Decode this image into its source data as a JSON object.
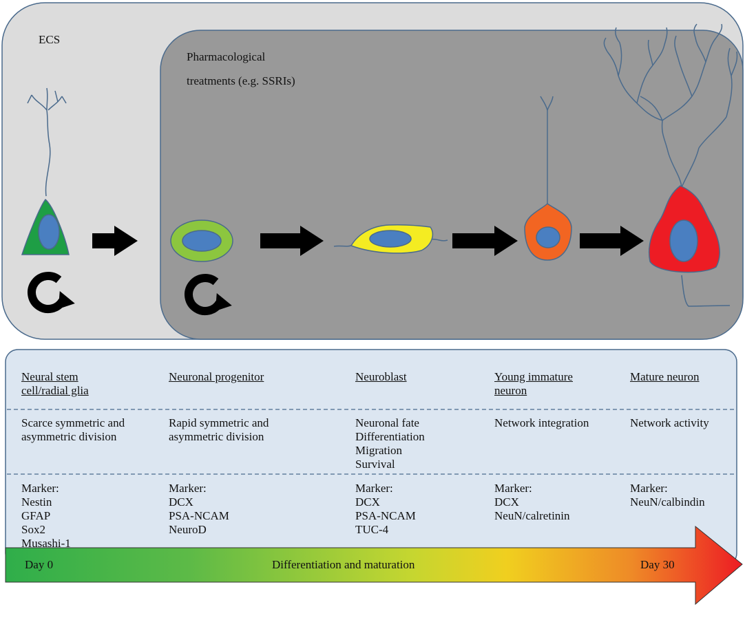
{
  "top_panel": {
    "outer_label": "ECS",
    "inner_label_lines": [
      "Pharmacological",
      "treatments (e.g. SSRIs)"
    ]
  },
  "colors": {
    "outer_panel": "#dcdcdc",
    "inner_panel": "#999999",
    "table_bg": "#dce6f1",
    "outline": "#4a6a8c",
    "nucleus": "#4a7fc1",
    "stem_cell": "#1e9e45",
    "progenitor": "#8cc63f",
    "neuroblast": "#f4ec22",
    "young_neuron": "#f26522",
    "mature_neuron": "#ed1c24",
    "arrow": "#000000"
  },
  "icons": [
    "self-renewal-cycle-icon",
    "right-arrow-icon",
    "neuron-cell-icon"
  ],
  "table": {
    "columns": [
      {
        "header": [
          "Neural stem",
          "cell/radial glia"
        ],
        "process": [
          "Scarce symmetric and",
          "asymmetric division"
        ],
        "markers": [
          "Marker:",
          "Nestin",
          "GFAP",
          "Sox2",
          "Musashi-1"
        ]
      },
      {
        "header": [
          "Neuronal progenitor"
        ],
        "process": [
          "Rapid symmetric and",
          "asymmetric division"
        ],
        "markers": [
          "Marker:",
          "DCX",
          "PSA-NCAM",
          "NeuroD"
        ]
      },
      {
        "header": [
          "Neuroblast"
        ],
        "process": [
          "Neuronal fate",
          "Differentiation",
          "Migration",
          "Survival"
        ],
        "markers": [
          "Marker:",
          "DCX",
          "PSA-NCAM",
          "TUC-4"
        ]
      },
      {
        "header": [
          "Young immature",
          "neuron"
        ],
        "process": [
          "Network integration"
        ],
        "markers": [
          "Marker:",
          "DCX",
          "NeuN/calretinin"
        ]
      },
      {
        "header": [
          "Mature neuron"
        ],
        "process": [
          "Network activity"
        ],
        "markers": [
          "Marker:",
          "NeuN/calbindin"
        ]
      }
    ]
  },
  "timeline": {
    "start_label": "Day 0",
    "middle_label": "Differentiation and maturation",
    "end_label": "Day 30",
    "gradient": [
      "#2fae4a",
      "#5dba47",
      "#c5d630",
      "#f0cf1f",
      "#ee8a27",
      "#ed1c24"
    ]
  }
}
